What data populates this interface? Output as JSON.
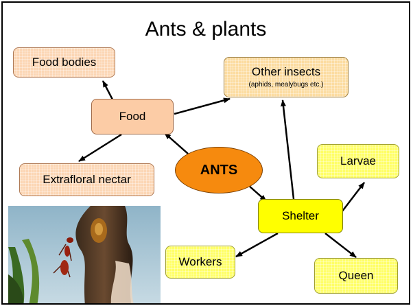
{
  "title": "Ants & plants",
  "nodes": {
    "ants": "ANTS",
    "food": "Food",
    "food_bodies": "Food bodies",
    "extrafloral_nectar": "Extrafloral nectar",
    "other_insects": "Other insects",
    "other_insects_note": "(aphids, mealybugs etc.)",
    "shelter": "Shelter",
    "larvae": "Larvae",
    "workers": "Workers",
    "queen": "Queen"
  },
  "colors": {
    "ants_fill": "#f68a0e",
    "food_fill": "#fccca6",
    "shelter_fill": "#ffff00",
    "yellow_fill": "#ffff66",
    "peach_fill": "#fcd6b4"
  },
  "photo": {
    "icon": "ant-on-plant-photo"
  }
}
